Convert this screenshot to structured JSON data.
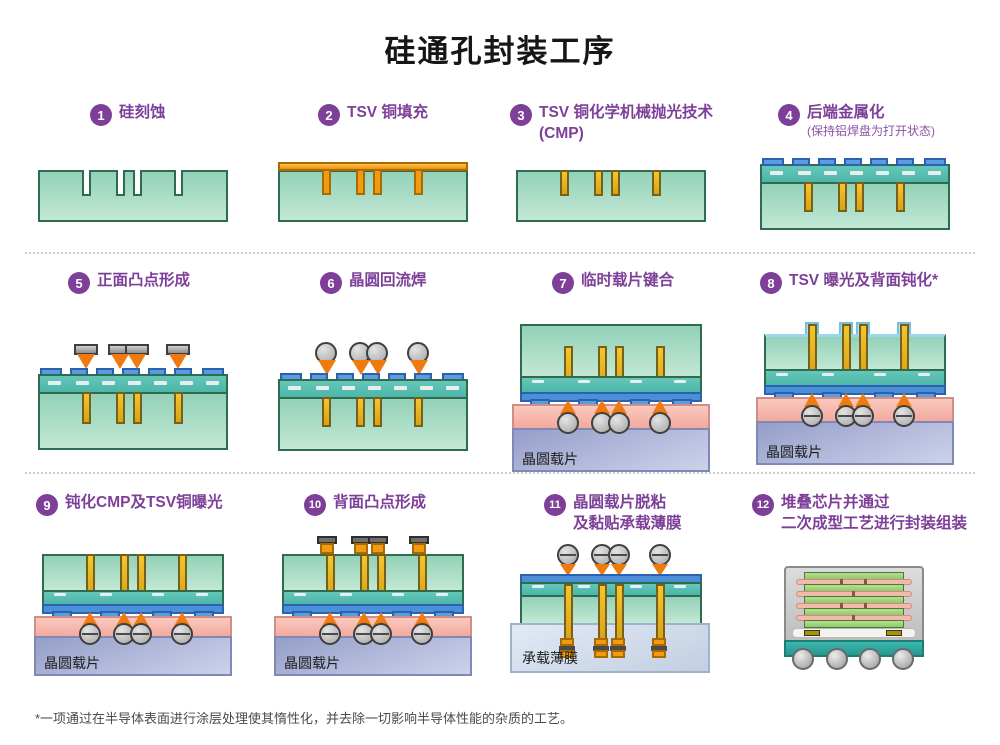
{
  "title": "硅通孔封装工序",
  "footnote": "*一项通过在半导体表面进行涂层处理使其惰性化，并去除一切影响半导体性能的杂质的工艺。",
  "colors": {
    "accent_purple": "#7d3f98",
    "silicon_green": "#a8dcc4",
    "copper_orange": "#ef9205",
    "via_gold": "#e6b422",
    "metal_teal": "#52bcb0",
    "pad_blue": "#4a8fd8",
    "adhesive_pink": "#f5b5ab",
    "carrier_lavender": "#aab1d6",
    "film_bluegray": "#d2dcec",
    "package_teal": "#2fa89e"
  },
  "labels": {
    "carrier": "晶圆载片",
    "film": "承载薄膜"
  },
  "steps": [
    {
      "num": "1",
      "label": "硅刻蚀"
    },
    {
      "num": "2",
      "label": "TSV 铜填充"
    },
    {
      "num": "3",
      "label": "TSV 铜化学机械抛光技术",
      "label2": "(CMP)"
    },
    {
      "num": "4",
      "label": "后端金属化",
      "sub": "(保持铝焊盘为打开状态)"
    },
    {
      "num": "5",
      "label": "正面凸点形成"
    },
    {
      "num": "6",
      "label": "晶圆回流焊"
    },
    {
      "num": "7",
      "label": "临时载片键合"
    },
    {
      "num": "8",
      "label": "TSV 曝光及背面钝化*"
    },
    {
      "num": "9",
      "label": "钝化CMP及TSV铜曝光"
    },
    {
      "num": "10",
      "label": "背面凸点形成"
    },
    {
      "num": "11",
      "label": "晶圆载片脱粘",
      "label2": "及黏贴承载薄膜"
    },
    {
      "num": "12",
      "label": "堆叠芯片并通过",
      "label2": "二次成型工艺进行封装组装"
    }
  ]
}
